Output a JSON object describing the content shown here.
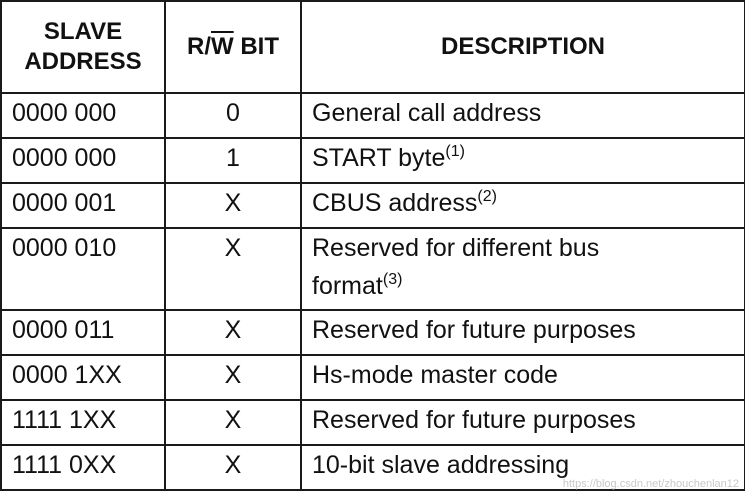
{
  "headers": {
    "address_line1": "SLAVE",
    "address_line2": "ADDRESS",
    "rw_prefix": "R/",
    "rw_over": "W",
    "rw_suffix": " BIT",
    "description": "DESCRIPTION"
  },
  "rows": [
    {
      "address": "0000 000",
      "rw": "0",
      "description": "General call address",
      "note": ""
    },
    {
      "address": "0000 000",
      "rw": "1",
      "description": "START byte",
      "note": "(1)"
    },
    {
      "address": "0000 001",
      "rw": "X",
      "description": "CBUS address",
      "note": "(2)"
    },
    {
      "address": "0000 010",
      "rw": "X",
      "description_line1": "Reserved for different bus",
      "description_line2": "format",
      "note": "(3)"
    },
    {
      "address": "0000 011",
      "rw": "X",
      "description": "Reserved for future purposes",
      "note": ""
    },
    {
      "address": "0000 1XX",
      "rw": "X",
      "description": "Hs-mode master code",
      "note": ""
    },
    {
      "address": "1111 1XX",
      "rw": "X",
      "description": "Reserved for future purposes",
      "note": ""
    },
    {
      "address": "1111 0XX",
      "rw": "X",
      "description": "10-bit slave addressing",
      "note": ""
    }
  ],
  "watermark": "https://blog.csdn.net/zhouchenlan12"
}
